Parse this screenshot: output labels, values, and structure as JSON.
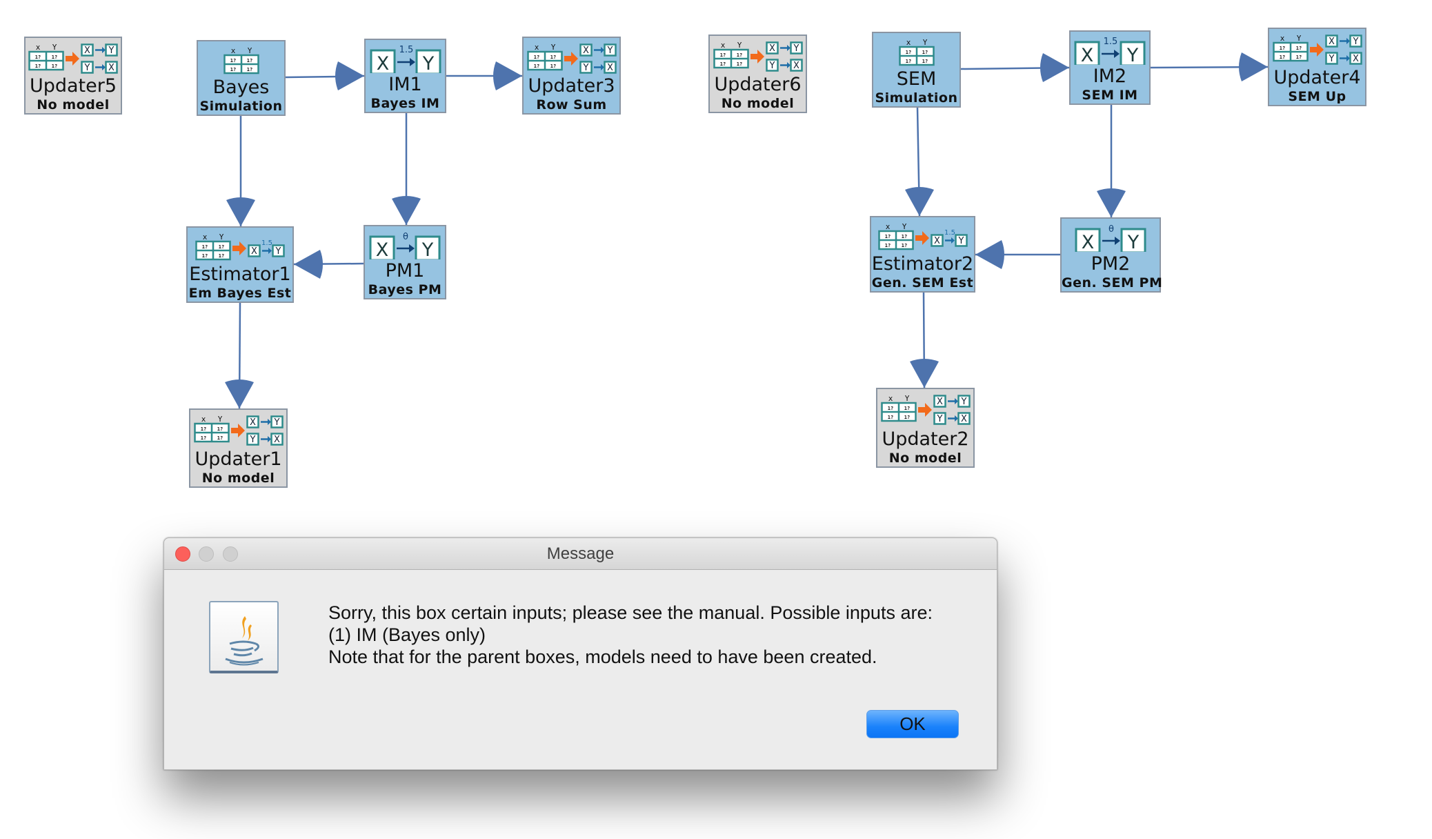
{
  "canvas": {
    "colors": {
      "active_box": "#96c3e1",
      "inactive_box": "#d8d8d8",
      "edge": "#4e73ad",
      "icon_teal": "#2e8b8b",
      "icon_orange": "#f26a1b"
    },
    "nodes": [
      {
        "id": "updater5",
        "name": "Updater5",
        "sub": "No model",
        "icon": "updater-icon",
        "state": "inactive"
      },
      {
        "id": "bayes-sim",
        "name": "Bayes",
        "sub": "Simulation",
        "icon": "simulation-data-icon",
        "state": "active"
      },
      {
        "id": "im1",
        "name": "IM1",
        "sub": "Bayes IM",
        "icon": "instantiated-model-icon",
        "icon_label": "1.5",
        "state": "active"
      },
      {
        "id": "updater3",
        "name": "Updater3",
        "sub": "Row Sum",
        "icon": "updater-icon",
        "state": "active"
      },
      {
        "id": "updater6",
        "name": "Updater6",
        "sub": "No model",
        "icon": "updater-icon",
        "state": "inactive"
      },
      {
        "id": "sem-sim",
        "name": "SEM",
        "sub": "Simulation",
        "icon": "simulation-data-icon",
        "state": "active"
      },
      {
        "id": "im2",
        "name": "IM2",
        "sub": "SEM IM",
        "icon": "instantiated-model-icon",
        "icon_label": "1.5",
        "state": "active"
      },
      {
        "id": "updater4",
        "name": "Updater4",
        "sub": "SEM Up",
        "icon": "updater-icon",
        "state": "active"
      },
      {
        "id": "estimator1",
        "name": "Estimator1",
        "sub": "Em Bayes Est",
        "icon": "estimator-icon",
        "icon_label": "1.5",
        "state": "active"
      },
      {
        "id": "pm1",
        "name": "PM1",
        "sub": "Bayes PM",
        "icon": "parametric-model-icon",
        "icon_label": "θ",
        "state": "active"
      },
      {
        "id": "updater1",
        "name": "Updater1",
        "sub": "No model",
        "icon": "updater-icon",
        "state": "inactive"
      },
      {
        "id": "estimator2",
        "name": "Estimator2",
        "sub": "Gen. SEM Est",
        "icon": "estimator-icon",
        "icon_label": "1.5",
        "state": "active"
      },
      {
        "id": "pm2",
        "name": "PM2",
        "sub": "Gen. SEM PM",
        "icon": "parametric-model-icon",
        "icon_label": "θ",
        "state": "active"
      },
      {
        "id": "updater2",
        "name": "Updater2",
        "sub": "No model",
        "icon": "updater-icon",
        "state": "inactive"
      }
    ],
    "edges": [
      {
        "from": "Bayes Simulation",
        "to": "IM1"
      },
      {
        "from": "IM1",
        "to": "Updater3"
      },
      {
        "from": "Bayes Simulation",
        "to": "Estimator1"
      },
      {
        "from": "IM1",
        "to": "PM1"
      },
      {
        "from": "PM1",
        "to": "Estimator1"
      },
      {
        "from": "Estimator1",
        "to": "Updater1"
      },
      {
        "from": "SEM Simulation",
        "to": "IM2"
      },
      {
        "from": "IM2",
        "to": "Updater4"
      },
      {
        "from": "SEM Simulation",
        "to": "Estimator2"
      },
      {
        "from": "IM2",
        "to": "PM2"
      },
      {
        "from": "PM2",
        "to": "Estimator2"
      },
      {
        "from": "Estimator2",
        "to": "Updater2"
      }
    ],
    "icon_text": {
      "x": "X",
      "y": "Y",
      "cell": "1?"
    }
  },
  "dialog": {
    "title": "Message",
    "icon": "java-icon",
    "message_lines": [
      "Sorry, this box certain inputs; please see the manual. Possible inputs are:",
      "(1) IM (Bayes only)",
      "Note that for the parent boxes, models need to have been created."
    ],
    "ok_label": "OK",
    "colors": {
      "close": "#fc605b",
      "ok_button": "#1a82fb"
    }
  }
}
